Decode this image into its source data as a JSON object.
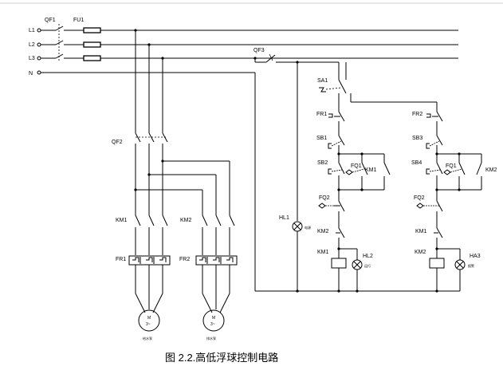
{
  "lines": {
    "l1": "L1",
    "l2": "L2",
    "l3": "L3",
    "n": "N"
  },
  "labels": {
    "qf1": "QF1",
    "fu1": "FU1",
    "qf2": "QF2",
    "qf3": "QF3",
    "km1_main": "KM1",
    "km2_main": "KM2",
    "fr1_main": "FR1",
    "fr2_main": "FR2",
    "hl1": "HL1",
    "sa1": "SA1",
    "fr1_ctrl": "FR1",
    "fr2_ctrl": "FR2",
    "sb1": "SB1",
    "sb3": "SB3",
    "sb2": "SB2",
    "sb4": "SB4",
    "fq1_a": "FQ1",
    "fq1_b": "FQ1",
    "km1_aux_a": "KM1",
    "km2_aux_a": "KM2",
    "fq2": "FQ2",
    "fq2_b": "FQ2",
    "km2_inter": "KM2",
    "km1_inter": "KM1",
    "km1_coil": "KM1",
    "km2_coil": "KM2",
    "hl2": "HL2",
    "ha3": "HA3",
    "hl1_note": "电源",
    "hl2_note": "运行",
    "ha3_note": "报警",
    "motor1_note": "给水泵",
    "motor2_note": "排水泵"
  },
  "motors": {
    "m1": {
      "top": "M",
      "bottom": "3~"
    },
    "m2": {
      "top": "M",
      "bottom": "3~"
    }
  },
  "caption": "图 2.2.高低浮球控制电路"
}
